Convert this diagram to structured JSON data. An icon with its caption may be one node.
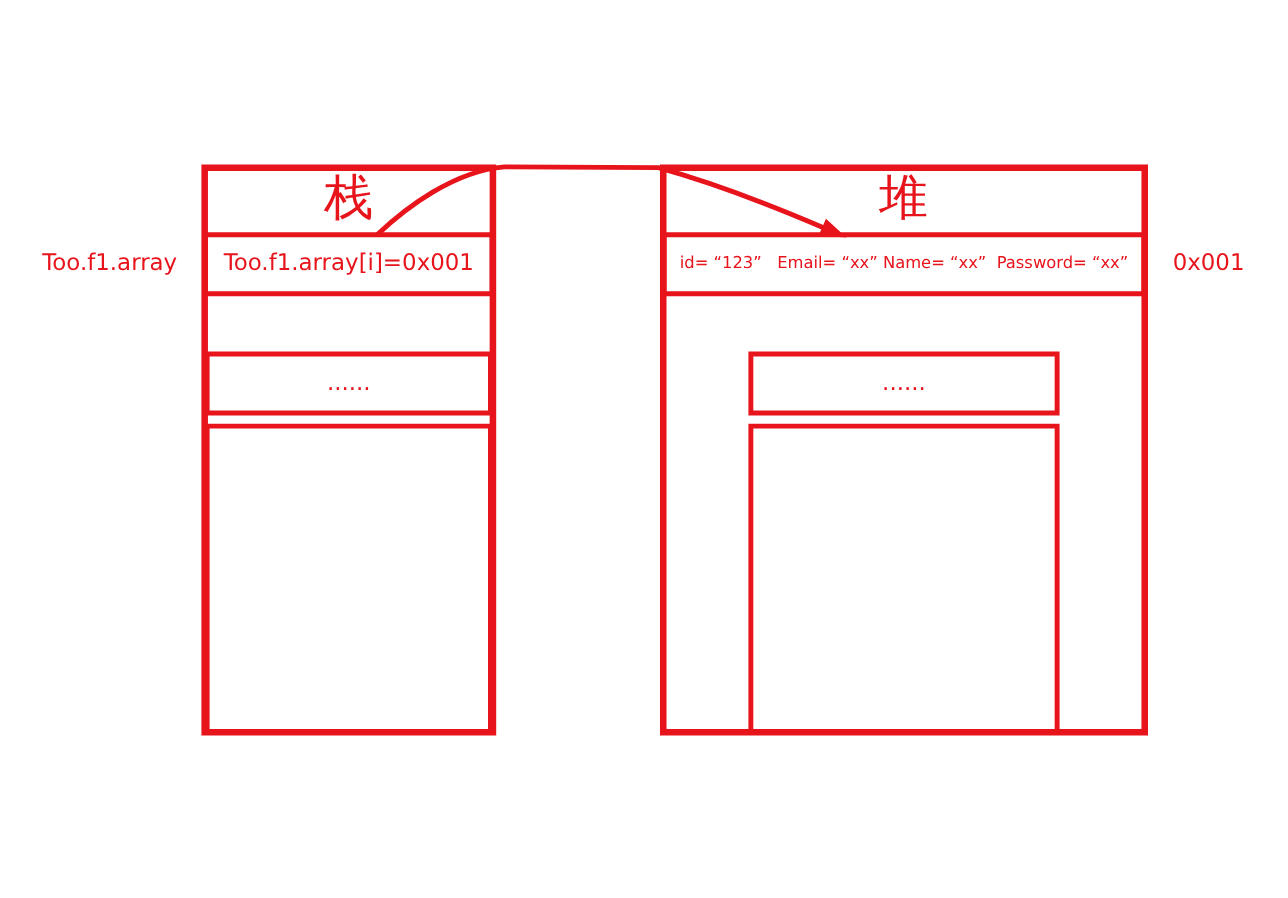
{
  "diagram": {
    "nodes": [
      {
        "text": [
          "栈"
        ]
      },
      {
        "text": [
          "Too.f1.array[i]=0x001"
        ],
        "in": 0,
        "beside": [
          "Too.f1.array"
        ]
      },
      {
        "text": [
          "......"
        ],
        "in": 0
      },
      {
        "text": [],
        "shape": "box",
        "in": 0
      },
      {
        "text": [
          "堆"
        ]
      },
      {
        "text": [
          "id= “123”   Email= “xx” Name= “xx”  Password= “xx”"
        ],
        "in": 4,
        "beside": [
          "0x001"
        ]
      },
      {
        "text": [
          "......"
        ],
        "in": 4
      },
      {
        "text": [],
        "shape": "box",
        "in": 4
      }
    ],
    "edges": [
      {
        "from": 1,
        "to": 5,
        "arrow": "to"
      }
    ]
  }
}
